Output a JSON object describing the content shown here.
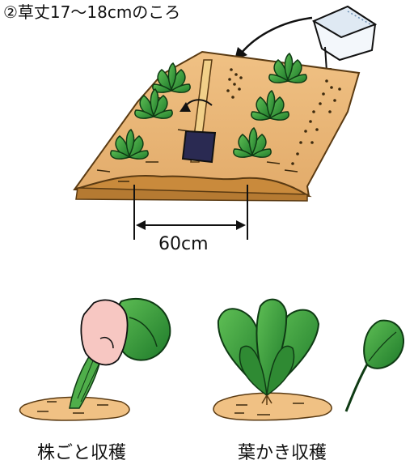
{
  "top_caption": "②草丈17～18cmのころ",
  "spacing_label": "60cm",
  "captions": {
    "whole_plant_harvest": "株ごと収穫",
    "leaf_pick_harvest": "葉かき収穫"
  }
}
